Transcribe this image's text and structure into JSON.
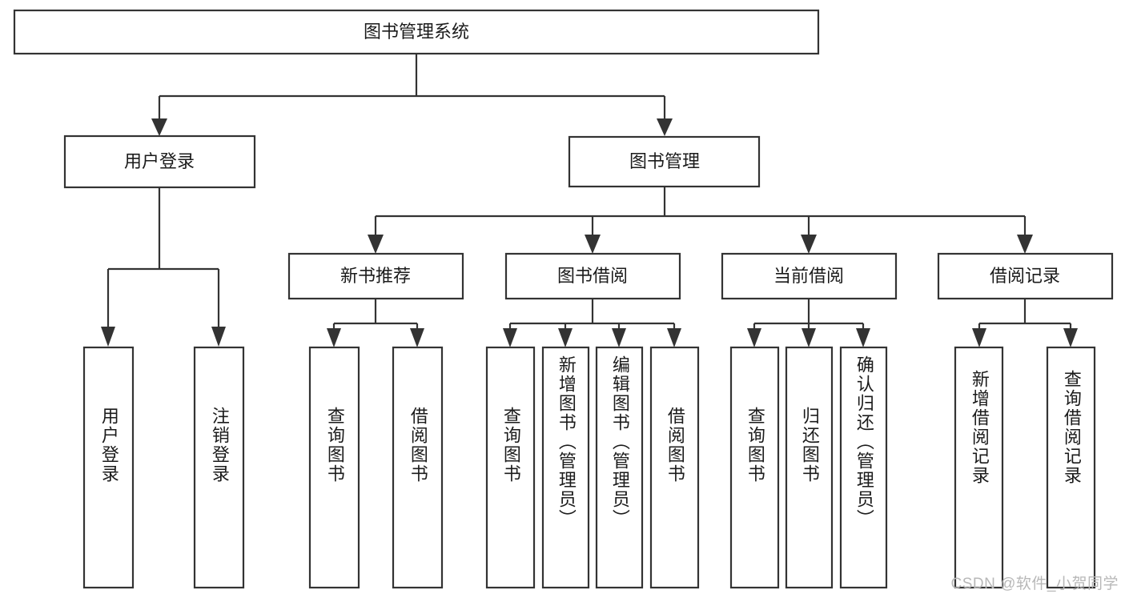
{
  "diagram": {
    "title": "图书管理系统",
    "type": "tree-hierarchy",
    "orientation": "top-down",
    "colors": {
      "box_stroke": "#333333",
      "box_fill": "#ffffff",
      "text": "#1b1b1b",
      "background": "#ffffff",
      "watermark": "#b8b8b8"
    },
    "root": {
      "label": "图书管理系统"
    },
    "level2": [
      {
        "label": "用户登录"
      },
      {
        "label": "图书管理"
      }
    ],
    "level3": [
      {
        "label": "新书推荐"
      },
      {
        "label": "图书借阅"
      },
      {
        "label": "当前借阅"
      },
      {
        "label": "借阅记录"
      }
    ],
    "leaves": {
      "user_login": [
        {
          "label": "用户登录"
        },
        {
          "label": "注销登录"
        }
      ],
      "new_book_recommend": [
        {
          "label": "查询图书"
        },
        {
          "label": "借阅图书"
        }
      ],
      "book_borrow": [
        {
          "label": "查询图书"
        },
        {
          "label": "新增图书（管理员）"
        },
        {
          "label": "编辑图书（管理员）"
        },
        {
          "label": "借阅图书"
        }
      ],
      "current_borrow": [
        {
          "label": "查询图书"
        },
        {
          "label": "归还图书"
        },
        {
          "label": "确认归还（管理员）"
        }
      ],
      "borrow_record": [
        {
          "label": "新增借阅记录"
        },
        {
          "label": "查询借阅记录"
        }
      ]
    }
  },
  "watermark": {
    "text": "CSDN @软件_小贺同学"
  }
}
